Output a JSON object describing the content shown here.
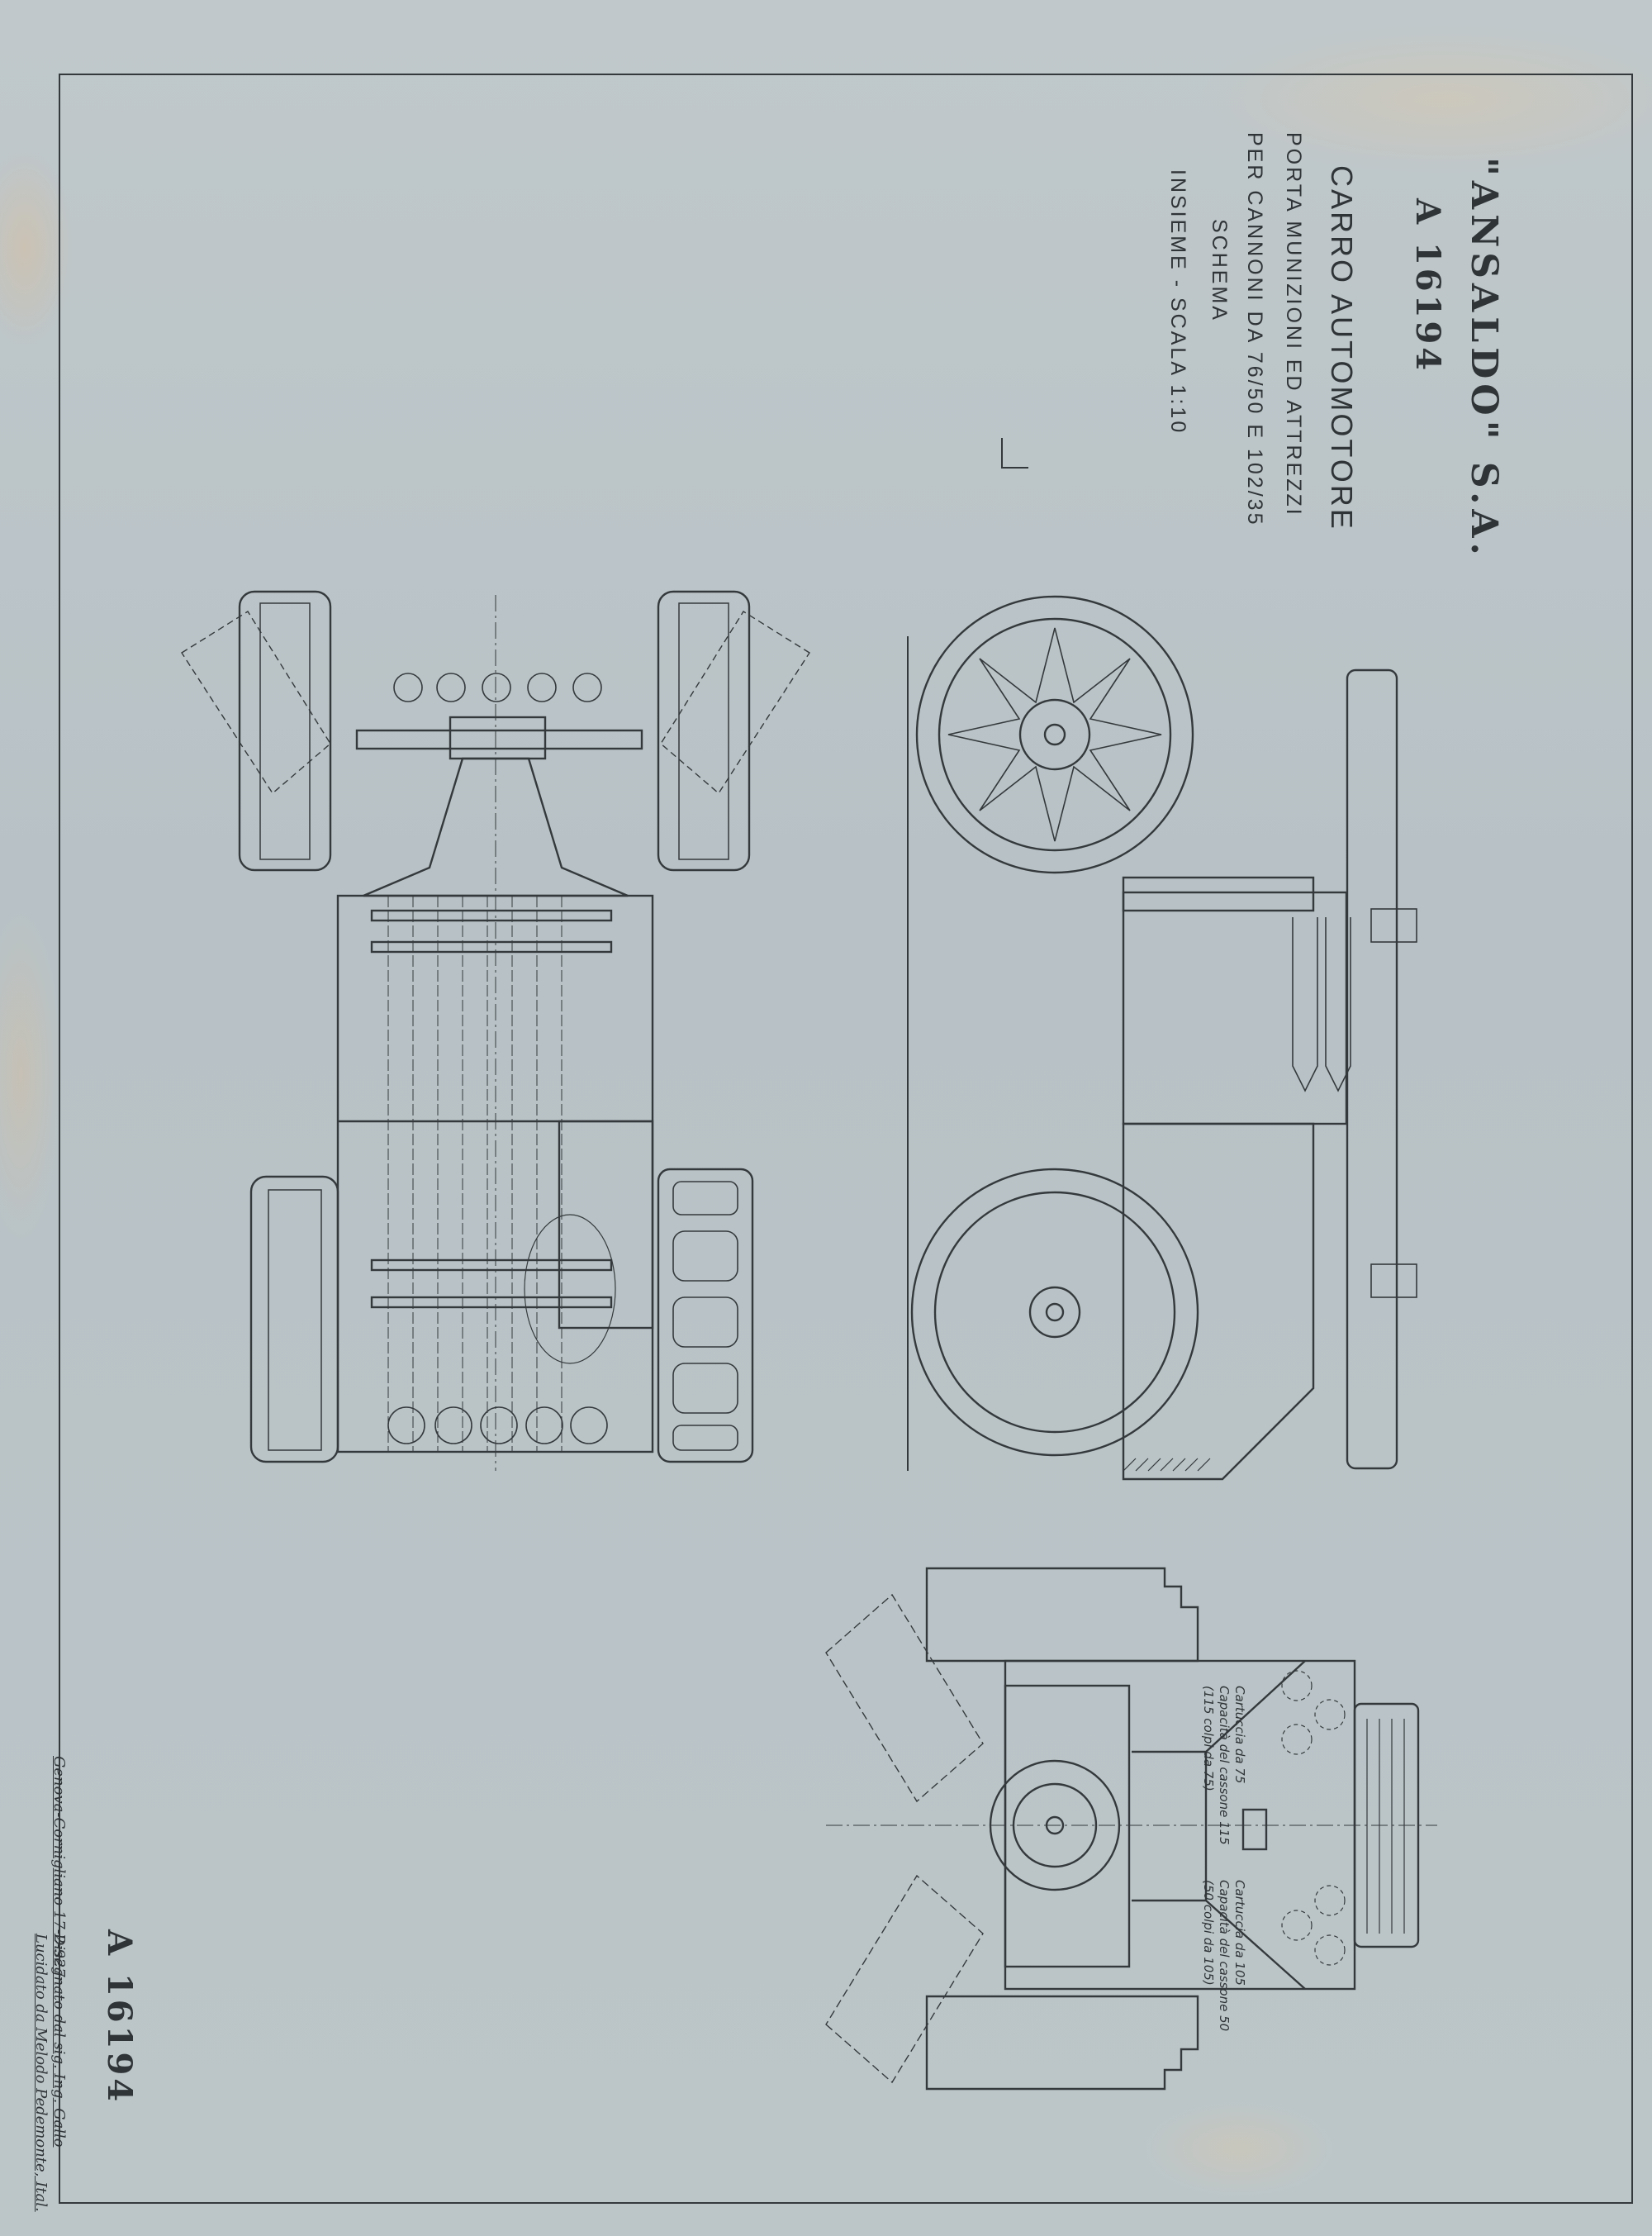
{
  "title_block": {
    "company": "\"ANSALDO\" S.A.",
    "drawing_number": "A 16194",
    "title": "CARRO AUTOMOTORE",
    "subtitle_line1": "PORTA MUNIZIONI ED ATTREZZI",
    "subtitle_line2": "PER CANNONI DA 76/50 E 102/35",
    "type": "SCHEMA",
    "scale": "INSIEME - SCALA 1:10"
  },
  "footer": {
    "place_date": "Genova-Cornigliano 17-2-927",
    "drawn_by": "Disegnato dal sig. Ing. Gallo",
    "traced_by": "Lucidato da Melodo Pedemonte, Ital.",
    "drawing_number": "A 16194"
  },
  "annotations": {
    "cartridge_75": [
      "Cartuccia da 75",
      "Capacità del cassone 115",
      "(115 colpi da 75)"
    ],
    "cartridge_105": [
      "Cartuccia da 105",
      "Capacità del cassone 50",
      "(50 colpi da 105)"
    ]
  },
  "colors": {
    "paper": "#bcc5c8",
    "ink": "#33383b",
    "stain": "#d6bea0"
  }
}
